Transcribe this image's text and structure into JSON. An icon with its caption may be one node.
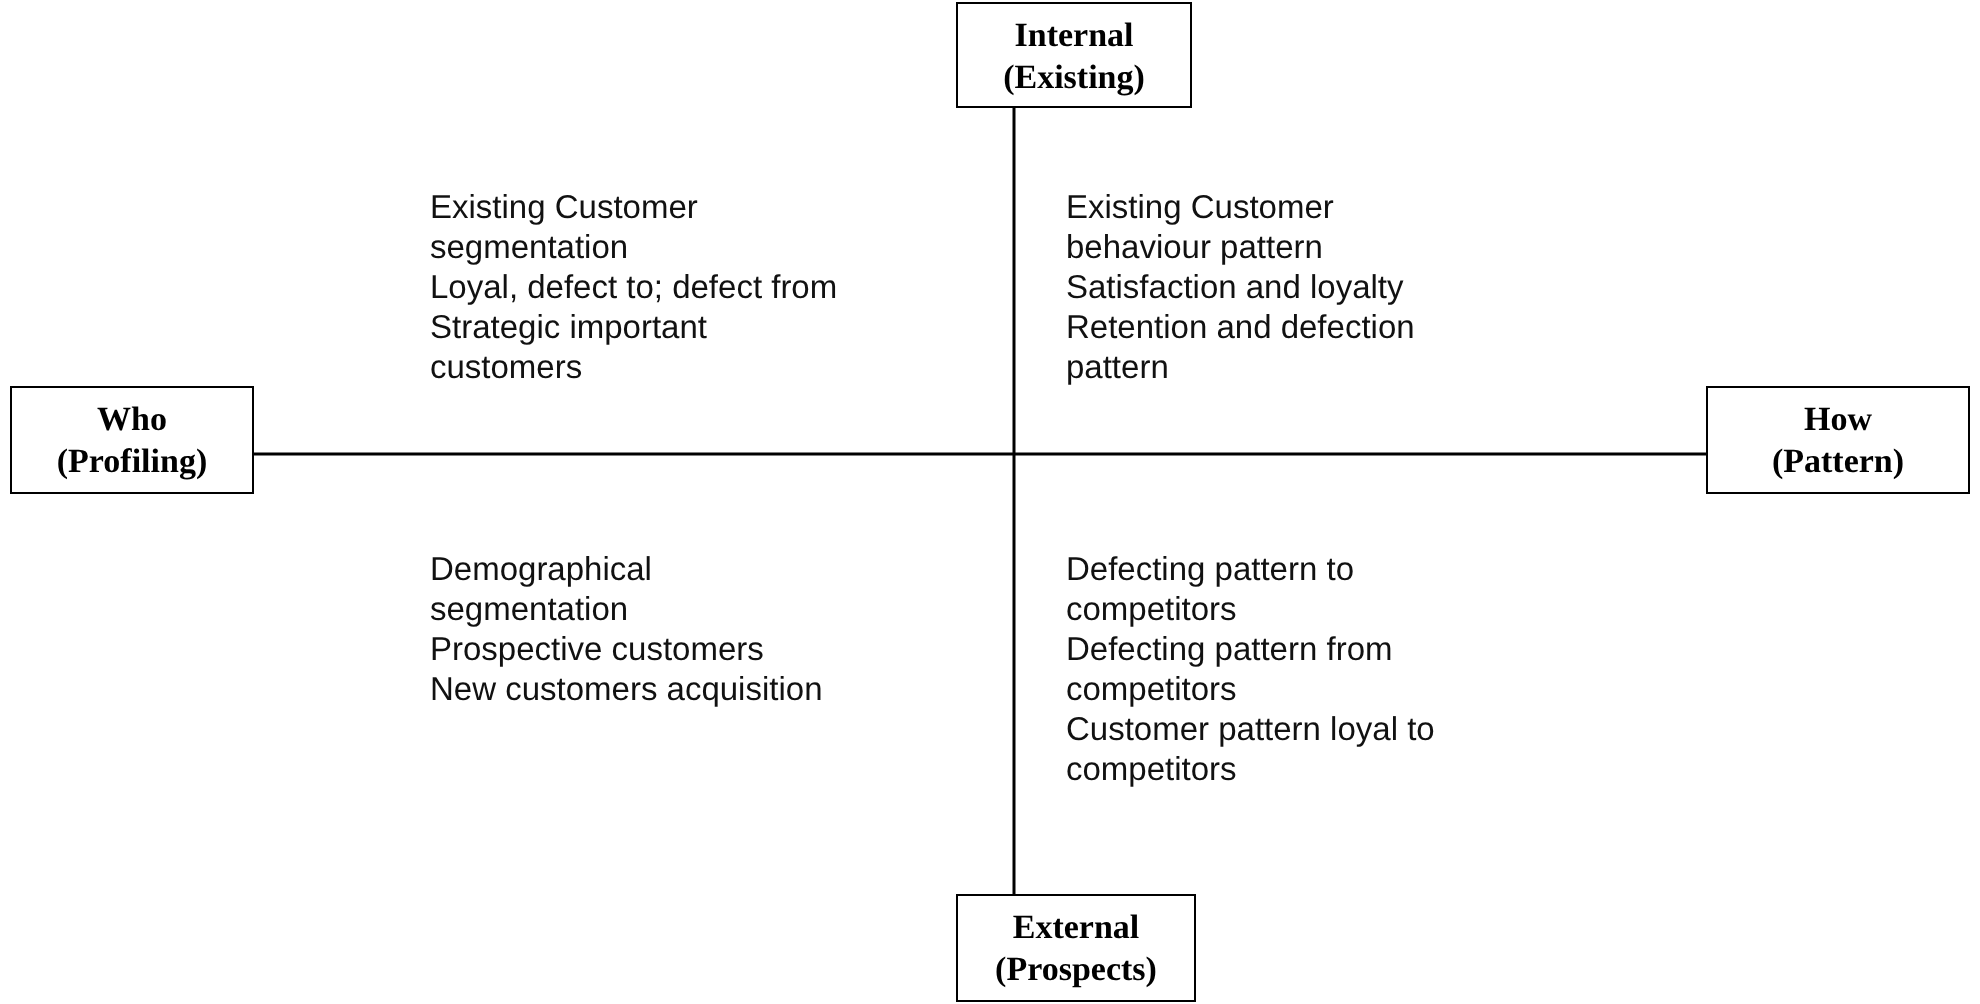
{
  "diagram": {
    "nodes": [
      {
        "text": [
          "Internal (Existing)"
        ]
      },
      {
        "text": [
          "Who (Profiling)"
        ]
      },
      {
        "text": [
          "How (Pattern)"
        ]
      },
      {
        "text": [
          "External (Prospects)"
        ]
      }
    ],
    "edges": [
      {
        "from": 1,
        "to": 2,
        "arrow": "none"
      },
      {
        "from": 0,
        "to": 3,
        "arrow": "none"
      }
    ],
    "labels": [
      "Existing Customer segmentation",
      "Loyal, defect to; defect from",
      "Strategic important customers",
      "Existing Customer behaviour pattern",
      "Satisfaction and loyalty",
      "Retention and defection pattern",
      "Demographical segmentation",
      "Prospective customers",
      "New customers acquisition",
      "Defecting pattern to competitors",
      "Defecting pattern from competitors",
      "Customer pattern loyal to competitors"
    ]
  }
}
